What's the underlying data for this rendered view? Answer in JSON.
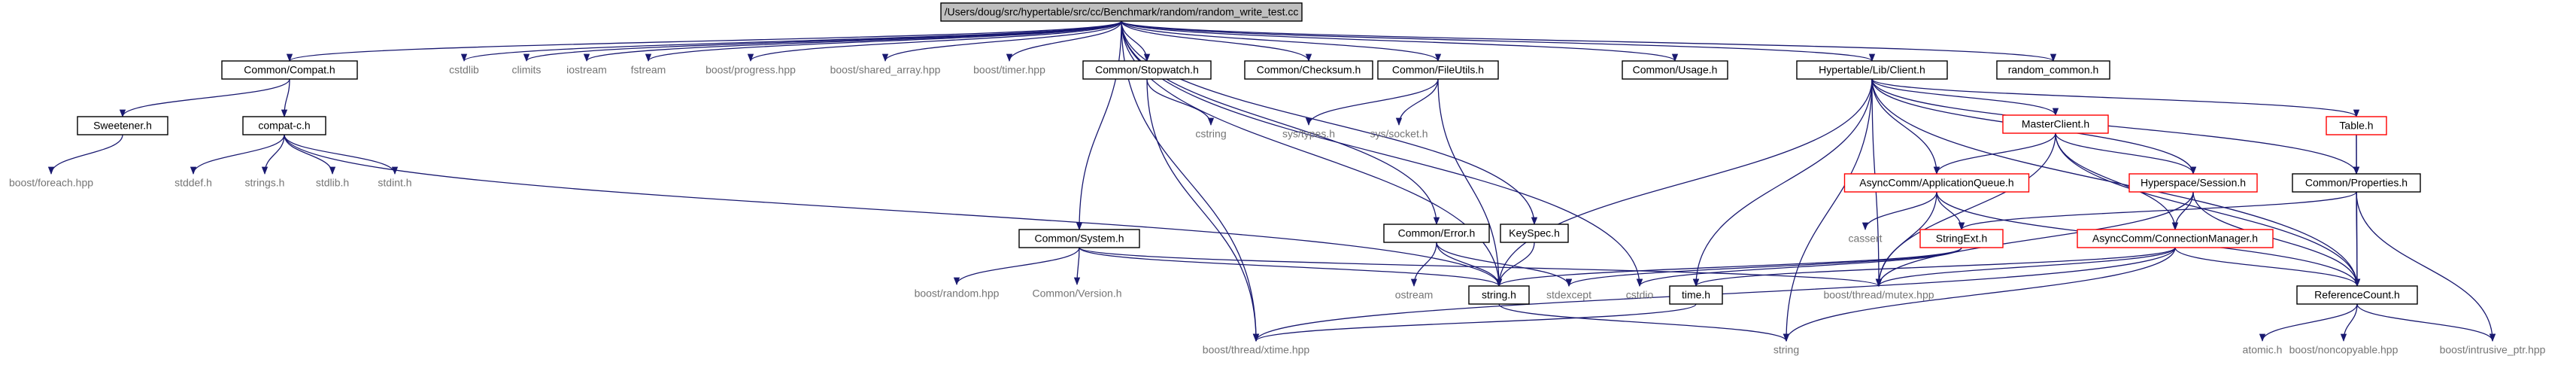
{
  "colors": {
    "edge": "#191970",
    "root_fill": "#bfbfbf",
    "internal_text": "#000000",
    "external_text": "#757575",
    "incomplete_border": "#ff0000"
  },
  "nodes": [
    {
      "id": "root",
      "label": "/Users/doug/src/hypertable/src/cc/Benchmark/random/random_write_test.cc",
      "kind": "root"
    },
    {
      "id": "compat_h",
      "label": "Common/Compat.h",
      "kind": "box"
    },
    {
      "id": "cstdlib",
      "label": "cstdlib",
      "kind": "ext"
    },
    {
      "id": "climits",
      "label": "climits",
      "kind": "ext"
    },
    {
      "id": "iostream",
      "label": "iostream",
      "kind": "ext"
    },
    {
      "id": "fstream",
      "label": "fstream",
      "kind": "ext"
    },
    {
      "id": "boost_progress",
      "label": "boost/progress.hpp",
      "kind": "ext"
    },
    {
      "id": "boost_shared_array",
      "label": "boost/shared_array.hpp",
      "kind": "ext"
    },
    {
      "id": "boost_timer",
      "label": "boost/timer.hpp",
      "kind": "ext"
    },
    {
      "id": "stopwatch_h",
      "label": "Common/Stopwatch.h",
      "kind": "box"
    },
    {
      "id": "checksum_h",
      "label": "Common/Checksum.h",
      "kind": "box"
    },
    {
      "id": "fileutils_h",
      "label": "Common/FileUtils.h",
      "kind": "box"
    },
    {
      "id": "usage_h",
      "label": "Common/Usage.h",
      "kind": "box"
    },
    {
      "id": "client_h",
      "label": "Hypertable/Lib/Client.h",
      "kind": "box"
    },
    {
      "id": "random_common_h",
      "label": "random_common.h",
      "kind": "box"
    },
    {
      "id": "sweetener_h",
      "label": "Sweetener.h",
      "kind": "box"
    },
    {
      "id": "compat_c_h",
      "label": "compat-c.h",
      "kind": "box"
    },
    {
      "id": "cstring",
      "label": "cstring",
      "kind": "ext"
    },
    {
      "id": "sys_types",
      "label": "sys/types.h",
      "kind": "ext"
    },
    {
      "id": "sys_socket",
      "label": "sys/socket.h",
      "kind": "ext"
    },
    {
      "id": "masterclient_h",
      "label": "MasterClient.h",
      "kind": "red"
    },
    {
      "id": "table_h",
      "label": "Table.h",
      "kind": "red"
    },
    {
      "id": "boost_foreach",
      "label": "boost/foreach.hpp",
      "kind": "ext"
    },
    {
      "id": "stddef_h",
      "label": "stddef.h",
      "kind": "ext"
    },
    {
      "id": "strings_h",
      "label": "strings.h",
      "kind": "ext"
    },
    {
      "id": "stdlib_h",
      "label": "stdlib.h",
      "kind": "ext"
    },
    {
      "id": "stdint_h",
      "label": "stdint.h",
      "kind": "ext"
    },
    {
      "id": "appqueue_h",
      "label": "AsyncComm/ApplicationQueue.h",
      "kind": "red"
    },
    {
      "id": "session_h",
      "label": "Hyperspace/Session.h",
      "kind": "red"
    },
    {
      "id": "properties_h",
      "label": "Common/Properties.h",
      "kind": "box"
    },
    {
      "id": "cassert",
      "label": "cassert",
      "kind": "ext"
    },
    {
      "id": "stringext_h",
      "label": "StringExt.h",
      "kind": "red"
    },
    {
      "id": "connmgr_h",
      "label": "AsyncComm/ConnectionManager.h",
      "kind": "red"
    },
    {
      "id": "error_h",
      "label": "Common/Error.h",
      "kind": "box"
    },
    {
      "id": "keyspec_h",
      "label": "KeySpec.h",
      "kind": "box"
    },
    {
      "id": "system_h",
      "label": "Common/System.h",
      "kind": "box"
    },
    {
      "id": "boost_random",
      "label": "boost/random.hpp",
      "kind": "ext"
    },
    {
      "id": "version_h",
      "label": "Common/Version.h",
      "kind": "ext"
    },
    {
      "id": "ostream",
      "label": "ostream",
      "kind": "ext"
    },
    {
      "id": "string_h",
      "label": "string.h",
      "kind": "box"
    },
    {
      "id": "stdexcept",
      "label": "stdexcept",
      "kind": "ext"
    },
    {
      "id": "cstdio",
      "label": "cstdio",
      "kind": "ext"
    },
    {
      "id": "time_h",
      "label": "time.h",
      "kind": "box"
    },
    {
      "id": "boost_mutex",
      "label": "boost/thread/mutex.hpp",
      "kind": "ext"
    },
    {
      "id": "refcount_h",
      "label": "ReferenceCount.h",
      "kind": "box"
    },
    {
      "id": "boost_xtime",
      "label": "boost/thread/xtime.hpp",
      "kind": "ext"
    },
    {
      "id": "string",
      "label": "string",
      "kind": "ext"
    },
    {
      "id": "atomic_h",
      "label": "atomic.h",
      "kind": "ext"
    },
    {
      "id": "boost_noncopyable",
      "label": "boost/noncopyable.hpp",
      "kind": "ext"
    },
    {
      "id": "boost_intrusive_ptr",
      "label": "boost/intrusive_ptr.hpp",
      "kind": "ext"
    }
  ],
  "edges": [
    [
      "root",
      "compat_h"
    ],
    [
      "root",
      "cstdlib"
    ],
    [
      "root",
      "climits"
    ],
    [
      "root",
      "iostream"
    ],
    [
      "root",
      "fstream"
    ],
    [
      "root",
      "boost_progress"
    ],
    [
      "root",
      "boost_shared_array"
    ],
    [
      "root",
      "boost_timer"
    ],
    [
      "root",
      "stopwatch_h"
    ],
    [
      "root",
      "checksum_h"
    ],
    [
      "root",
      "fileutils_h"
    ],
    [
      "root",
      "usage_h"
    ],
    [
      "root",
      "client_h"
    ],
    [
      "root",
      "random_common_h"
    ],
    [
      "root",
      "system_h"
    ],
    [
      "root",
      "error_h"
    ],
    [
      "root",
      "keyspec_h"
    ],
    [
      "root",
      "string_h"
    ],
    [
      "root",
      "cstdio"
    ],
    [
      "root",
      "boost_xtime"
    ],
    [
      "compat_h",
      "sweetener_h"
    ],
    [
      "compat_h",
      "compat_c_h"
    ],
    [
      "sweetener_h",
      "boost_foreach"
    ],
    [
      "compat_c_h",
      "stddef_h"
    ],
    [
      "compat_c_h",
      "strings_h"
    ],
    [
      "compat_c_h",
      "stdlib_h"
    ],
    [
      "compat_c_h",
      "stdint_h"
    ],
    [
      "compat_c_h",
      "string_h"
    ],
    [
      "stopwatch_h",
      "cstring"
    ],
    [
      "stopwatch_h",
      "boost_xtime"
    ],
    [
      "fileutils_h",
      "sys_types"
    ],
    [
      "fileutils_h",
      "sys_socket"
    ],
    [
      "fileutils_h",
      "string_h"
    ],
    [
      "client_h",
      "masterclient_h"
    ],
    [
      "client_h",
      "table_h"
    ],
    [
      "client_h",
      "appqueue_h"
    ],
    [
      "client_h",
      "session_h"
    ],
    [
      "client_h",
      "properties_h"
    ],
    [
      "client_h",
      "refcount_h"
    ],
    [
      "client_h",
      "string"
    ],
    [
      "client_h",
      "string_h"
    ],
    [
      "client_h",
      "time_h"
    ],
    [
      "client_h",
      "boost_mutex"
    ],
    [
      "masterclient_h",
      "appqueue_h"
    ],
    [
      "masterclient_h",
      "session_h"
    ],
    [
      "masterclient_h",
      "connmgr_h"
    ],
    [
      "masterclient_h",
      "refcount_h"
    ],
    [
      "masterclient_h",
      "boost_mutex"
    ],
    [
      "table_h",
      "properties_h"
    ],
    [
      "table_h",
      "refcount_h"
    ],
    [
      "appqueue_h",
      "cassert"
    ],
    [
      "appqueue_h",
      "stringext_h"
    ],
    [
      "appqueue_h",
      "refcount_h"
    ],
    [
      "appqueue_h",
      "boost_mutex"
    ],
    [
      "session_h",
      "connmgr_h"
    ],
    [
      "session_h",
      "refcount_h"
    ],
    [
      "session_h",
      "boost_mutex"
    ],
    [
      "properties_h",
      "refcount_h"
    ],
    [
      "properties_h",
      "stringext_h"
    ],
    [
      "properties_h",
      "boost_intrusive_ptr"
    ],
    [
      "stringext_h",
      "string_h"
    ],
    [
      "stringext_h",
      "stdexcept"
    ],
    [
      "stringext_h",
      "cstdio"
    ],
    [
      "connmgr_h",
      "refcount_h"
    ],
    [
      "connmgr_h",
      "time_h"
    ],
    [
      "connmgr_h",
      "boost_mutex"
    ],
    [
      "connmgr_h",
      "boost_xtime"
    ],
    [
      "connmgr_h",
      "string"
    ],
    [
      "error_h",
      "ostream"
    ],
    [
      "error_h",
      "stdexcept"
    ],
    [
      "error_h",
      "string_h"
    ],
    [
      "keyspec_h",
      "string_h"
    ],
    [
      "system_h",
      "boost_random"
    ],
    [
      "system_h",
      "version_h"
    ],
    [
      "system_h",
      "string_h"
    ],
    [
      "system_h",
      "boost_mutex"
    ],
    [
      "string_h",
      "string"
    ],
    [
      "time_h",
      "boost_xtime"
    ],
    [
      "refcount_h",
      "atomic_h"
    ],
    [
      "refcount_h",
      "boost_noncopyable"
    ],
    [
      "refcount_h",
      "boost_intrusive_ptr"
    ]
  ]
}
